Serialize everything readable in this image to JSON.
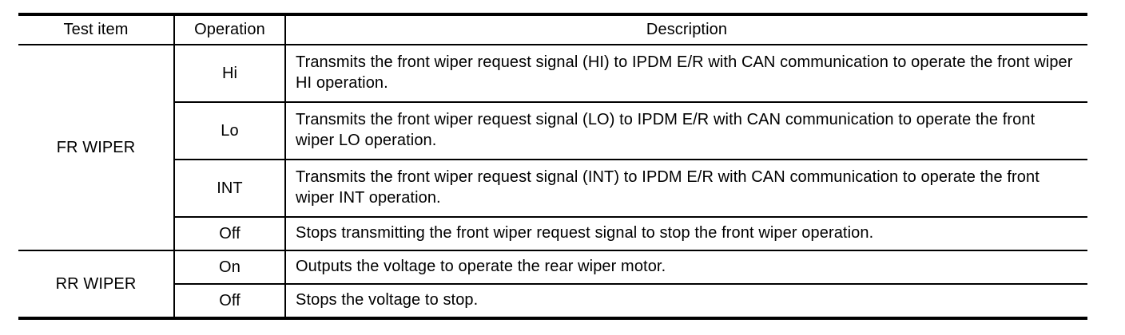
{
  "colors": {
    "background": "#ffffff",
    "border": "#000000",
    "text": "#000000"
  },
  "table": {
    "columns": [
      "Test item",
      "Operation",
      "Description"
    ],
    "groups": [
      {
        "test_item": "FR WIPER",
        "rows": [
          {
            "operation": "Hi",
            "description": "Transmits the front wiper request signal (HI) to IPDM E/R with CAN communication to operate the front wiper HI operation."
          },
          {
            "operation": "Lo",
            "description": "Transmits the front wiper request signal (LO) to IPDM E/R with CAN communication to operate the front wiper LO operation."
          },
          {
            "operation": "INT",
            "description": "Transmits the front wiper request signal (INT) to IPDM E/R with CAN communication to operate the front wiper INT operation."
          },
          {
            "operation": "Off",
            "description": "Stops transmitting the front wiper request signal to stop the front wiper operation."
          }
        ]
      },
      {
        "test_item": "RR WIPER",
        "rows": [
          {
            "operation": "On",
            "description": "Outputs the voltage to operate the rear wiper motor."
          },
          {
            "operation": "Off",
            "description": "Stops the voltage to stop."
          }
        ]
      }
    ]
  }
}
